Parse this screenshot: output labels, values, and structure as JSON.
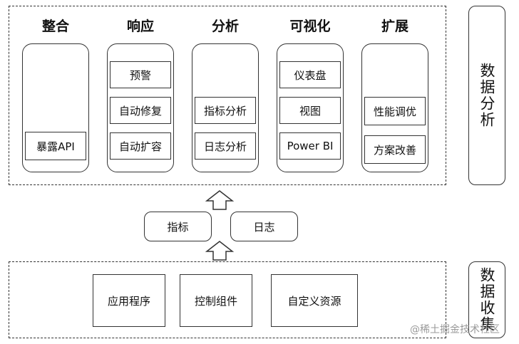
{
  "analysis": {
    "side_label": "数据分析",
    "columns": [
      {
        "title": "整合",
        "items": [
          "暴露API"
        ]
      },
      {
        "title": "响应",
        "items": [
          "预警",
          "自动修复",
          "自动扩容"
        ]
      },
      {
        "title": "分析",
        "items": [
          "指标分析",
          "日志分析"
        ]
      },
      {
        "title": "可视化",
        "items": [
          "仪表盘",
          "视图",
          "Power BI"
        ]
      },
      {
        "title": "扩展",
        "items": [
          "性能调优",
          "方案改善"
        ]
      }
    ]
  },
  "middle": {
    "metrics": "指标",
    "logs": "日志"
  },
  "collection": {
    "side_label": "数据收集",
    "items": [
      "应用程序",
      "控制组件",
      "自定义资源"
    ]
  },
  "watermark": "@稀土掘金技术社区"
}
